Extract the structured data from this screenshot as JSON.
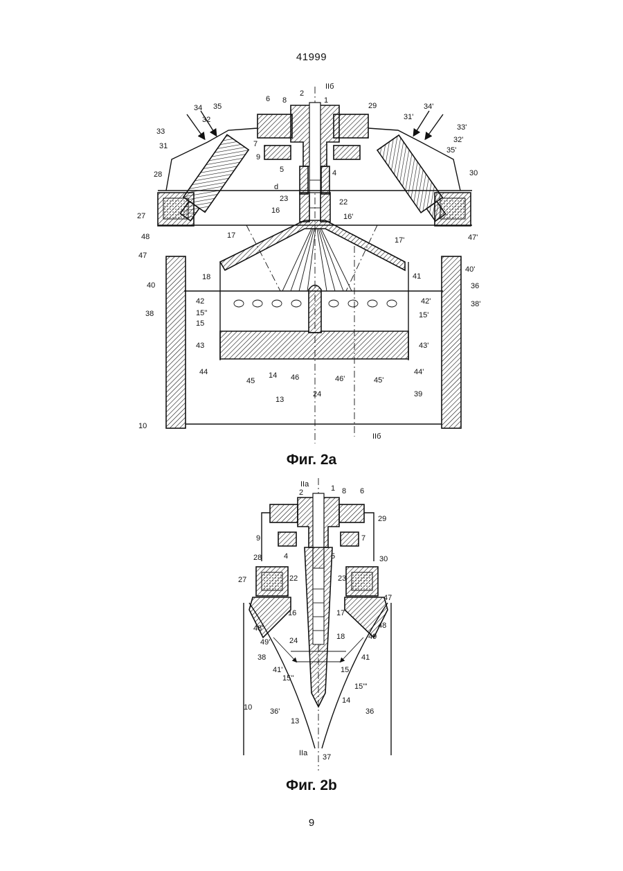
{
  "document": {
    "number": "41999",
    "page_number": "9"
  },
  "figure_a": {
    "caption": "Фиг. 2а",
    "section_marks": [
      "IIб",
      "IIб"
    ],
    "labels": [
      "1",
      "2",
      "4",
      "5",
      "6",
      "7",
      "8",
      "9",
      "d",
      "10",
      "13",
      "14",
      "15",
      "15'",
      "15''",
      "16",
      "16'",
      "17",
      "17'",
      "18",
      "22",
      "23",
      "24",
      "27",
      "28",
      "29",
      "30",
      "31",
      "31'",
      "32",
      "32'",
      "33",
      "33'",
      "34",
      "34'",
      "35",
      "35'",
      "36",
      "38",
      "38'",
      "39",
      "40",
      "40'",
      "41",
      "42",
      "42'",
      "43",
      "43'",
      "44",
      "44'",
      "45",
      "45'",
      "46",
      "46'",
      "47",
      "47'",
      "48"
    ]
  },
  "figure_b": {
    "caption": "Фиг. 2b",
    "section_marks": [
      "IIa",
      "IIa"
    ],
    "labels": [
      "1",
      "2",
      "4",
      "5",
      "6",
      "7",
      "8",
      "9",
      "10",
      "13",
      "14",
      "15",
      "15''",
      "15'''",
      "16",
      "17",
      "18",
      "22",
      "23",
      "24",
      "27",
      "28",
      "29",
      "30",
      "36",
      "36'",
      "37",
      "38",
      "41",
      "41'",
      "47",
      "48",
      "48'",
      "49",
      "49'"
    ]
  }
}
